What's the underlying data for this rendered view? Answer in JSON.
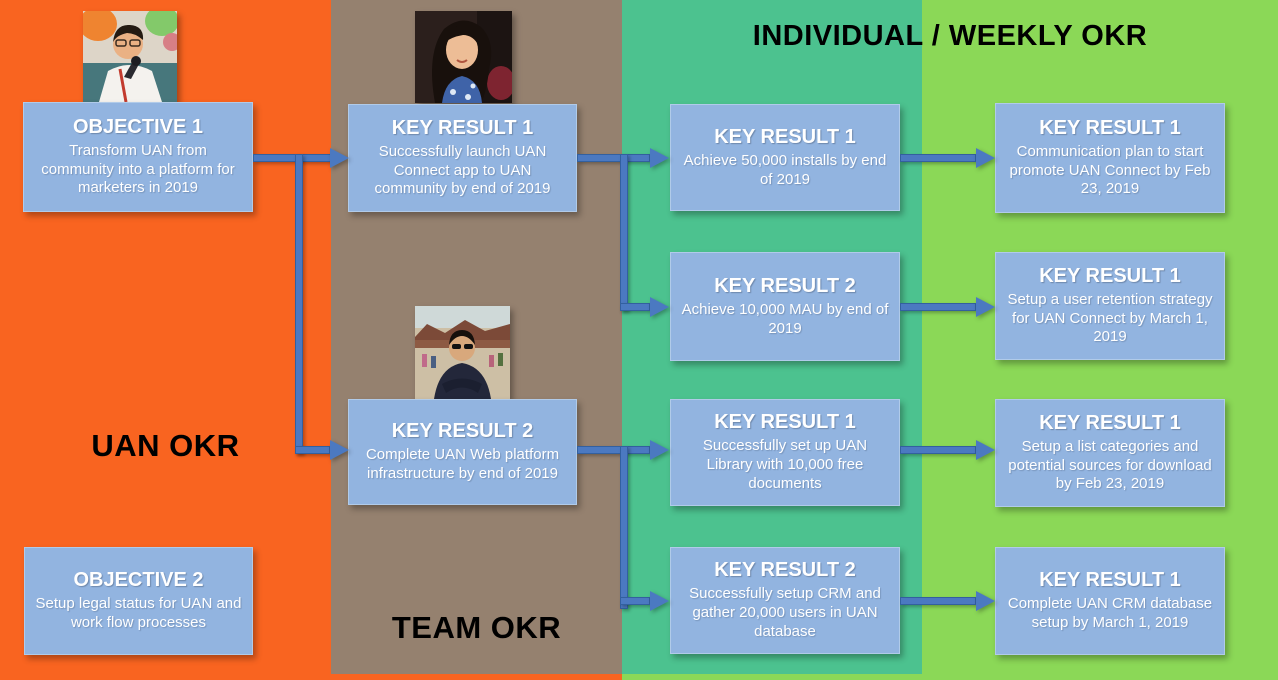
{
  "header": {
    "title": "INDIVIDUAL / WEEKLY OKR"
  },
  "sections": {
    "company_label": "UAN OKR",
    "team_label": "TEAM OKR"
  },
  "company_okr": [
    {
      "title": "OBJECTIVE 1",
      "body": "Transform UAN from community into a platform for marketers in 2019"
    },
    {
      "title": "OBJECTIVE 2",
      "body": "Setup legal status for UAN and work flow processes"
    }
  ],
  "team_okr": [
    {
      "title": "KEY RESULT 1",
      "body": "Successfully launch UAN Connect app to UAN community by end of 2019"
    },
    {
      "title": "KEY RESULT 2",
      "body": "Complete UAN Web platform infrastructure by end of 2019"
    }
  ],
  "individual_okr": [
    {
      "title": "KEY RESULT 1",
      "body": "Achieve 50,000 installs by end of 2019"
    },
    {
      "title": "KEY RESULT 2",
      "body": "Achieve 10,000 MAU by end of 2019"
    },
    {
      "title": "KEY RESULT 1",
      "body": "Successfully set up UAN Library with 10,000 free documents"
    },
    {
      "title": "KEY RESULT 2",
      "body": "Successfully setup CRM and gather 20,000 users in UAN database"
    }
  ],
  "weekly_okr": [
    {
      "title": "KEY RESULT 1",
      "body": "Communication plan to start promote UAN Connect by Feb 23, 2019"
    },
    {
      "title": "KEY RESULT 1",
      "body": "Setup a user retention strategy for UAN Connect by March 1, 2019"
    },
    {
      "title": "KEY RESULT 1",
      "body": "Setup a list categories and potential sources for download by Feb 23, 2019"
    },
    {
      "title": "KEY RESULT 1",
      "body": "Complete UAN CRM database setup by March 1, 2019"
    }
  ],
  "photos": [
    {
      "alt": "man speaking with microphone"
    },
    {
      "alt": "woman with long dark hair"
    },
    {
      "alt": "man with sunglasses, arms crossed, outdoors"
    }
  ],
  "colors": {
    "orange_band": "#F96420",
    "brown_band": "#95816F",
    "teal_band": "#4CC28F",
    "green_band": "#8BD857",
    "box_blue": "#92B4E0",
    "arrow_blue": "#4B79C1",
    "arrow_border": "#33609F"
  }
}
